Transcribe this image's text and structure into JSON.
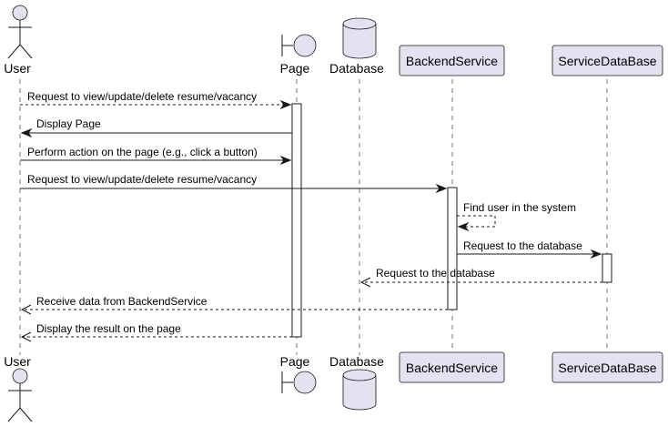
{
  "participants": {
    "user": {
      "label": "User",
      "type": "actor"
    },
    "page": {
      "label": "Page",
      "type": "boundary"
    },
    "database": {
      "label": "Database",
      "type": "database"
    },
    "backend": {
      "label": "BackendService",
      "type": "participant"
    },
    "servicedb": {
      "label": "ServiceDataBase",
      "type": "participant"
    }
  },
  "messages": [
    {
      "from": "user",
      "to": "page",
      "text": "Request to view/update/delete resume/vacancy",
      "style": "dashed"
    },
    {
      "from": "page",
      "to": "user",
      "text": "Display Page",
      "style": "solid"
    },
    {
      "from": "user",
      "to": "page",
      "text": "Perform action on the page (e.g., click a button)",
      "style": "solid"
    },
    {
      "from": "user",
      "to": "backend",
      "text": "Request to view/update/delete resume/vacancy",
      "style": "solid"
    },
    {
      "from": "backend",
      "to": "backend",
      "text": "Find user in the system",
      "style": "dashed"
    },
    {
      "from": "backend",
      "to": "servicedb",
      "text": "Request to the database",
      "style": "solid"
    },
    {
      "from": "servicedb",
      "to": "database",
      "text": "Request to the database",
      "style": "dashed"
    },
    {
      "from": "backend",
      "to": "user",
      "text": "Receive data from BackendService",
      "style": "dashed"
    },
    {
      "from": "page",
      "to": "user",
      "text": "Display the result on the page",
      "style": "dashed"
    }
  ],
  "colors": {
    "participant_fill": "#E2E2F0",
    "line": "#181818",
    "background": "#FFFFFF"
  }
}
